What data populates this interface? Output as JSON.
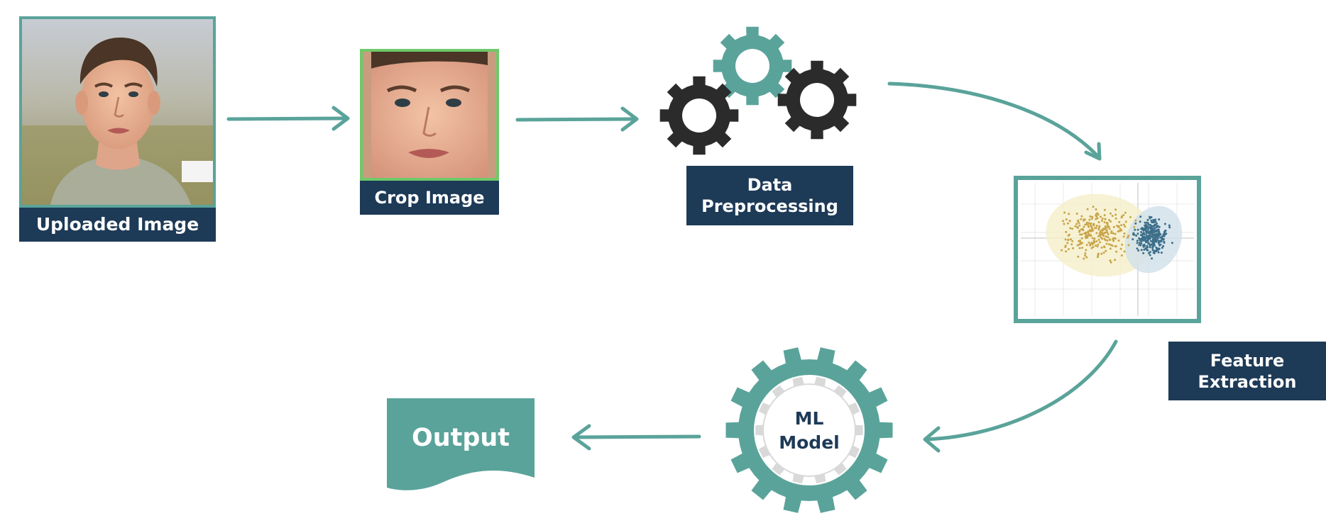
{
  "steps": {
    "uploaded_image": "Uploaded Image",
    "crop_image": "Crop Image",
    "data_preprocessing": "Data Preprocessing",
    "feature_extraction": "Feature Extraction",
    "ml_model": "ML Model",
    "output": "Output"
  },
  "colors": {
    "teal": "#5aa39a",
    "navy": "#1d3a57",
    "dark_gear": "#2b2b2b",
    "light_gray": "#d9d9d9",
    "crop_border": "#6fc96a",
    "cluster_gold": "#c9a54a",
    "cluster_blue": "#3d6f8a"
  },
  "icons": [
    "portrait-photo",
    "cropped-face-photo",
    "gears-icon",
    "scatter-plot-icon",
    "gear-ring-icon",
    "document-icon",
    "arrow-right",
    "arrow-left"
  ]
}
